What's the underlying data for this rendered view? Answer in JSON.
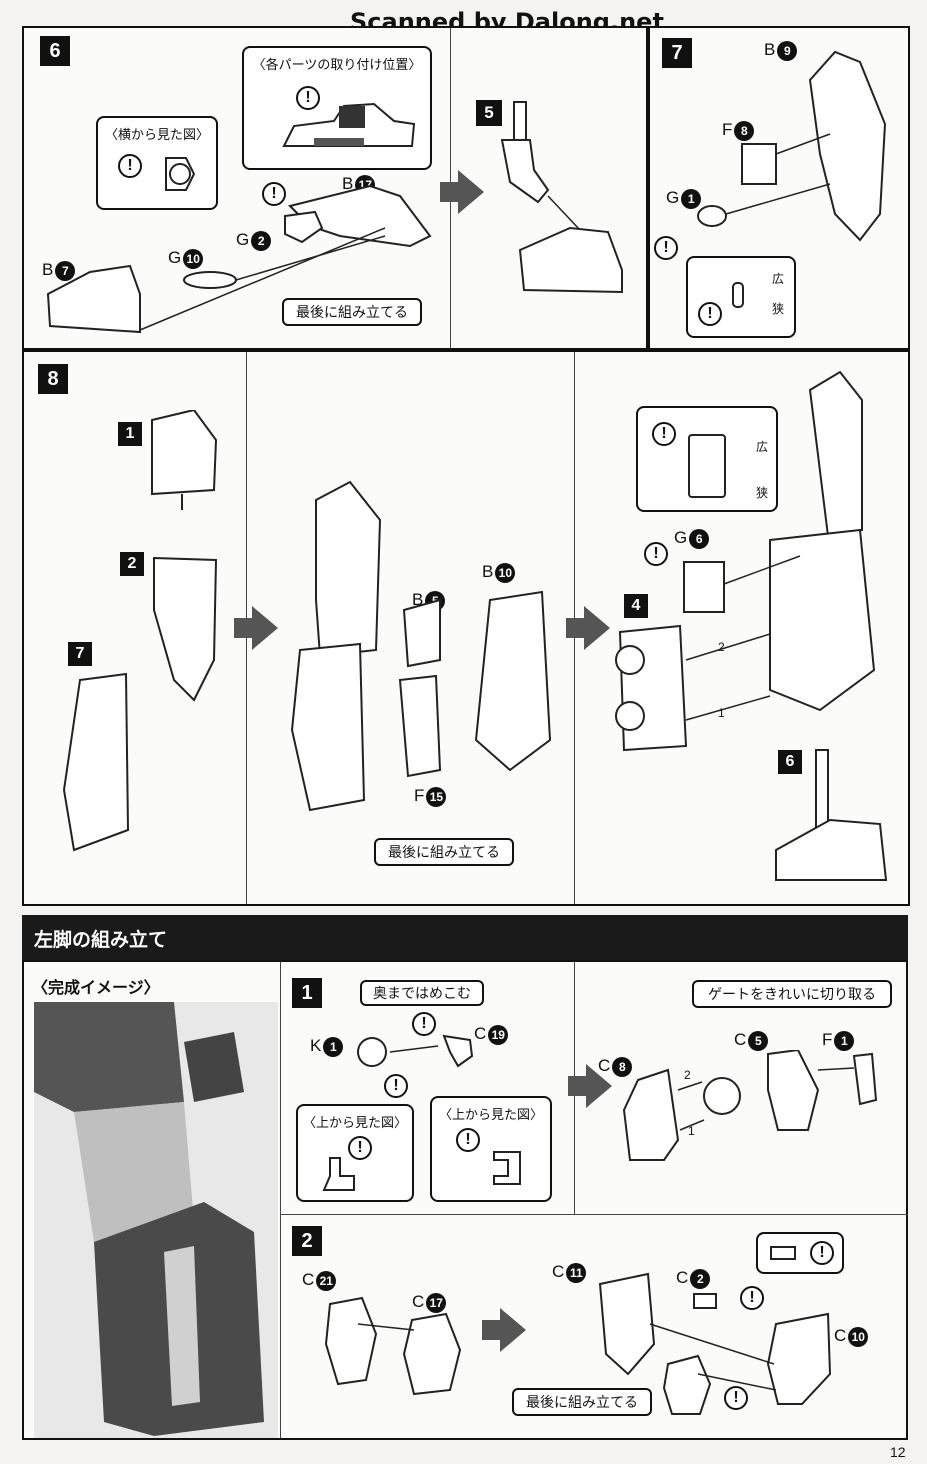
{
  "watermark": "Scanned by Dalong.net",
  "page_number": "12",
  "step6": {
    "number": "6",
    "callout_positions": "〈各パーツの取り付け位置〉",
    "callout_side_view": "〈横から見た図〉",
    "callout_final": "最後に組み立てる",
    "sub_number": "5",
    "parts": {
      "b17": {
        "letter": "B",
        "num": "17"
      },
      "g2": {
        "letter": "G",
        "num": "2"
      },
      "g10": {
        "letter": "G",
        "num": "10"
      },
      "b7": {
        "letter": "B",
        "num": "7"
      }
    }
  },
  "step7": {
    "number": "7",
    "wide": "広",
    "narrow": "狭",
    "parts": {
      "b9": {
        "letter": "B",
        "num": "9"
      },
      "f8": {
        "letter": "F",
        "num": "8"
      },
      "g1": {
        "letter": "G",
        "num": "1"
      }
    }
  },
  "step8": {
    "number": "8",
    "subs": [
      "1",
      "2",
      "7",
      "4",
      "6"
    ],
    "callout_final": "最後に組み立てる",
    "wide": "広",
    "narrow": "狭",
    "order_1": "1",
    "order_2": "2",
    "parts": {
      "b5": {
        "letter": "B",
        "num": "5"
      },
      "b10": {
        "letter": "B",
        "num": "10"
      },
      "f15": {
        "letter": "F",
        "num": "15"
      },
      "g6": {
        "letter": "G",
        "num": "6"
      }
    }
  },
  "left_leg": {
    "title": "左脚の組み立て",
    "complete_image_label": "〈完成イメージ〉",
    "step1": {
      "number": "1",
      "callout_press": "奥まではめこむ",
      "callout_gate": "ゲートをきれいに切り取る",
      "top_view_1": "〈上から見た図〉",
      "top_view_2": "〈上から見た図〉",
      "order_1": "1",
      "order_2": "2",
      "parts": {
        "k1": {
          "letter": "K",
          "num": "1"
        },
        "c19": {
          "letter": "C",
          "num": "19"
        },
        "c8": {
          "letter": "C",
          "num": "8"
        },
        "c5": {
          "letter": "C",
          "num": "5"
        },
        "f1": {
          "letter": "F",
          "num": "1"
        }
      }
    },
    "step2": {
      "number": "2",
      "callout_final": "最後に組み立てる",
      "parts": {
        "c21": {
          "letter": "C",
          "num": "21"
        },
        "c17": {
          "letter": "C",
          "num": "17"
        },
        "c11": {
          "letter": "C",
          "num": "11"
        },
        "c2": {
          "letter": "C",
          "num": "2"
        },
        "c10": {
          "letter": "C",
          "num": "10"
        }
      }
    }
  },
  "warning_glyph": "!"
}
